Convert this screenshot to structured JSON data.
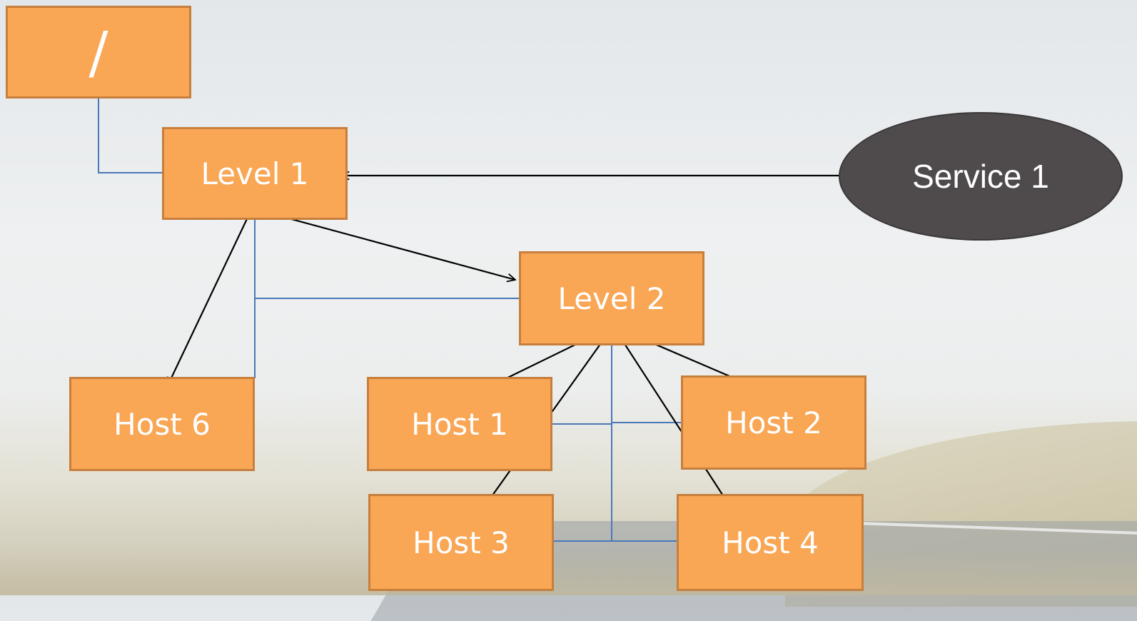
{
  "nodes": {
    "root": "/",
    "level1": "Level 1",
    "level2": "Level 2",
    "host1": "Host 1",
    "host2": "Host 2",
    "host3": "Host 3",
    "host4": "Host 4",
    "host6": "Host 6",
    "service1": "Service 1"
  },
  "colors": {
    "node_fill": "#f9a655",
    "node_border": "#c77f3d",
    "service_fill": "#4f4b4d",
    "tree_line": "#4a78b8",
    "arrow": "#000000"
  }
}
